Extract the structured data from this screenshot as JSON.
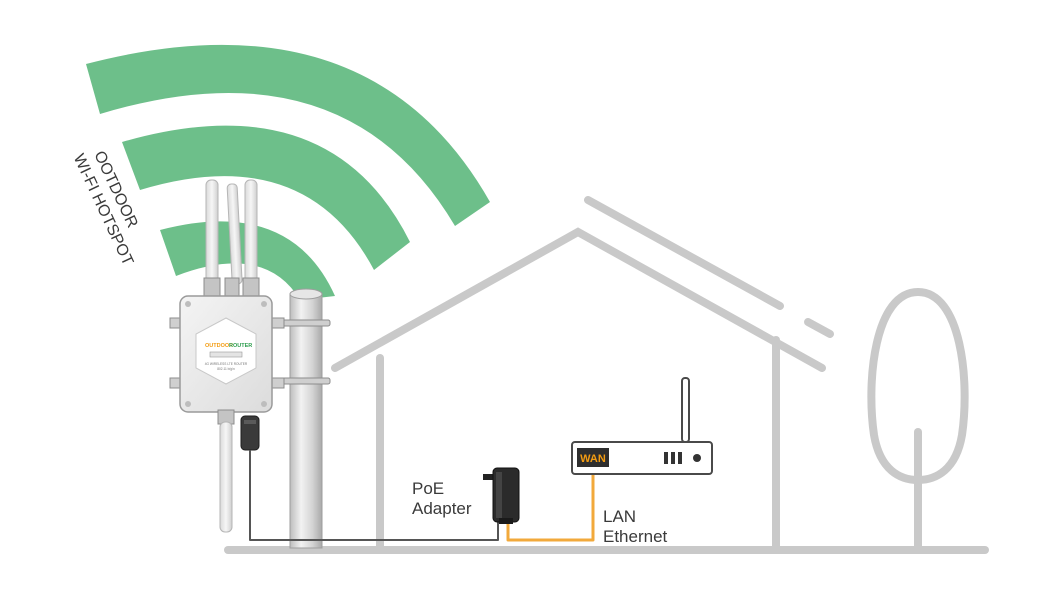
{
  "hotspot_label": {
    "line1": "OOTDOOR",
    "line2": "WI-FI HOTSPOT"
  },
  "device": {
    "brand_left": "OUTDOOR",
    "brand_right": "ROUTER",
    "model_line1": "4G WIRELESS LTE ROUTER",
    "model_line2": "802.11 b/g/n"
  },
  "poe": {
    "line1": "PoE",
    "line2": "Adapter"
  },
  "lan": {
    "line1": "LAN",
    "line2": "Ethernet"
  },
  "router": {
    "wan_label": "WAN"
  },
  "colors": {
    "wifi_green": "#6dbf8a",
    "line_gray": "#c9c9c9",
    "cable_dark": "#555555",
    "cable_orange": "#f2a93b",
    "brand_orange": "#f39c12",
    "brand_green": "#2e9e4f"
  }
}
